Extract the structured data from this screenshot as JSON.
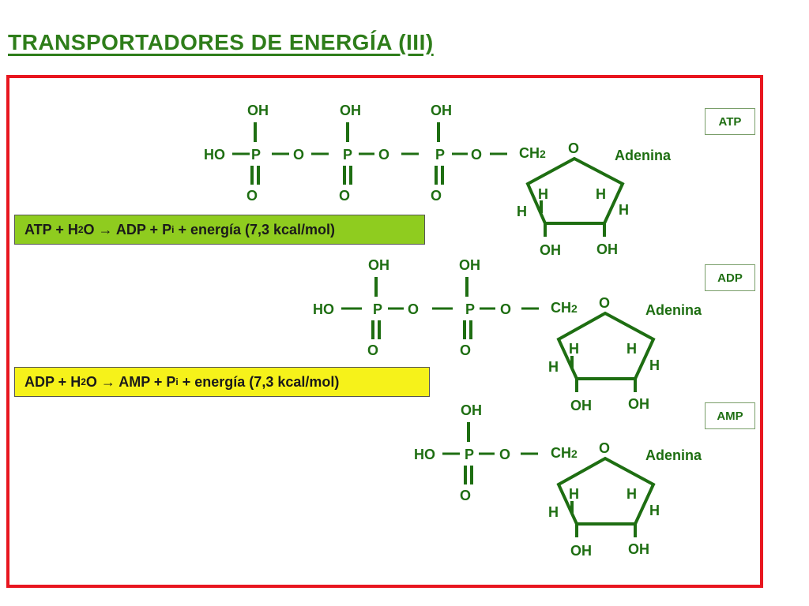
{
  "title": "TRANSPORTADORES DE ENERGÍA (III)",
  "labels": {
    "oh": "OH",
    "ho": "HO",
    "p": "P",
    "o": "O",
    "h": "H",
    "ch2": "CH2",
    "adenina": "Adenina"
  },
  "tags": {
    "atp": "ATP",
    "adp": "ADP",
    "amp": "AMP"
  },
  "equations": {
    "atp_hydrolysis": {
      "part1": "ATP + H",
      "sub1": "2",
      "part2": "O → ADP + P",
      "sub2": "i",
      "part3": " + energía (7,3 kcal/mol)"
    },
    "adp_hydrolysis": {
      "part1": "ADP + H",
      "sub1": "2",
      "part2": "O → AMP + P",
      "sub2": "i",
      "part3": " + energía (7,3 kcal/mol)"
    }
  },
  "colors": {
    "frame": "#e8161f",
    "molecule": "#1e6e12",
    "title": "#2e7d1a",
    "atp_equation_bg": "#8fcc1f",
    "adp_equation_bg": "#f6f21a"
  }
}
